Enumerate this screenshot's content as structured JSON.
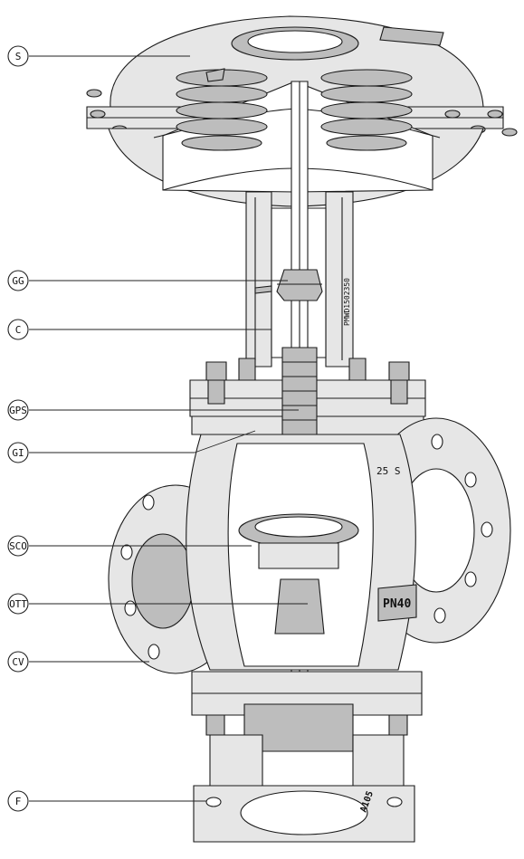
{
  "callouts": [
    {
      "id": "S",
      "label": "S"
    },
    {
      "id": "GG",
      "label": "GG"
    },
    {
      "id": "C",
      "label": "C"
    },
    {
      "id": "GPS",
      "label": "GPS"
    },
    {
      "id": "GI",
      "label": "GI"
    },
    {
      "id": "SCO",
      "label": "SCO"
    },
    {
      "id": "OTT",
      "label": "OTT"
    },
    {
      "id": "CV",
      "label": "CV"
    },
    {
      "id": "F",
      "label": "F"
    }
  ],
  "stamps": {
    "pressure_rating": "PN40",
    "yoke_marking": "PMWD1502350",
    "body_marking": "25 S",
    "lower_marking": "A105"
  },
  "colors": {
    "line": "#1a1a1a",
    "fill_light": "#e6e6e6",
    "fill_mid": "#bdbdbd",
    "background": "#ffffff"
  }
}
